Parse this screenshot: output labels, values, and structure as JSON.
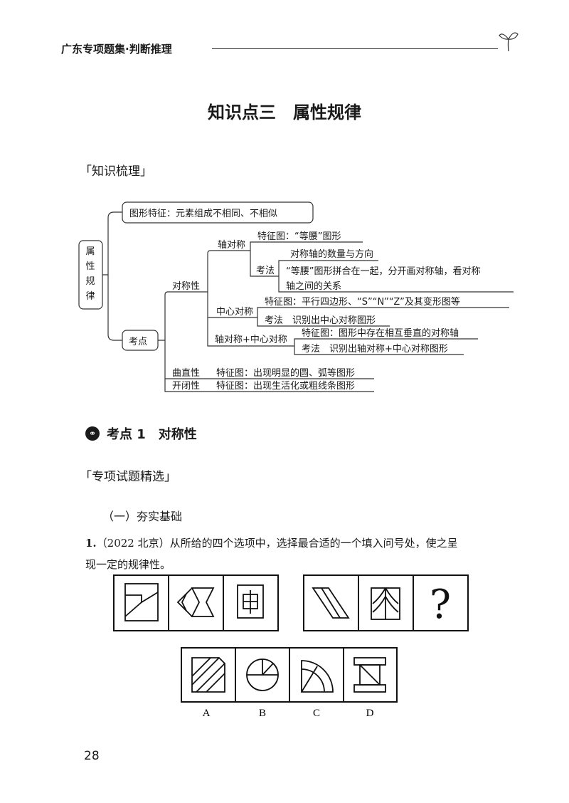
{
  "header": {
    "title": "广东专项题集·判断推理",
    "sprout_icon": "sprout-icon"
  },
  "title": "知识点三　属性规律",
  "section_knowledge": {
    "label": "知识梳理"
  },
  "mindmap": {
    "root": "属性规律",
    "branch1": "图形特征：元素组成不相同、不相似",
    "branch2": "考点",
    "symmetry": "对称性",
    "axis": {
      "label": "轴对称",
      "feature": "特征图：“等腰”图形",
      "method": "考法",
      "method_item1": "对称轴的数量与方向",
      "method_item2_line1": "“等腰”图形拼合在一起，分开画对称轴，看对称",
      "method_item2_line2": "轴之间的关系"
    },
    "center": {
      "label": "中心对称",
      "feature": "特征图：平行四边形、“S”“N”“Z”及其变形图等",
      "method": "考法　识别出中心对称图形"
    },
    "both": {
      "label": "轴对称+中心对称",
      "feature": "特征图：图形中存在相互垂直的对称轴",
      "method": "考法　识别出轴对称+中心对称图形"
    },
    "curve": {
      "label": "曲直性",
      "feature": "特征图：出现明显的圆、弧等图形"
    },
    "open": {
      "label": "开闭性",
      "feature": "特征图：出现生活化或粗线条图形"
    }
  },
  "topic": {
    "label": "考点 1　对称性",
    "icon": "link-icon"
  },
  "section_practice": {
    "label": "专项试题精选"
  },
  "subsection": "（一）夯实基础",
  "question": {
    "number": "1.",
    "text_line1": "（2022 北京）从所给的四个选项中，选择最合适的一个填入问号处，使之呈",
    "text_line2": "现一定的规律性。",
    "unknown_mark": "?",
    "options": [
      "A",
      "B",
      "C",
      "D"
    ]
  },
  "page_number": "28"
}
